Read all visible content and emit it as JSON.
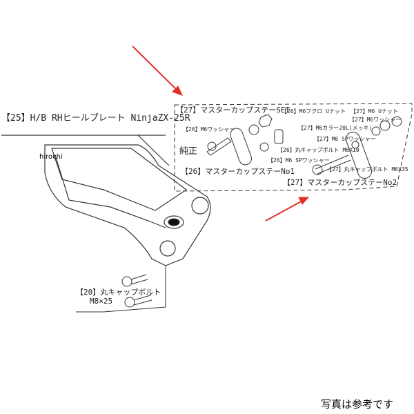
{
  "watermark": "hirochi",
  "caption": "写真は参考です",
  "labels": {
    "heel_plate": "【25】H/B RHヒールプレート NinjaZX-25R",
    "master_set": "【27】マスターカップステーSET",
    "fukuro_nut": "【26】M6フクロ Uナット",
    "u_nut": "【27】M6 Uナット",
    "washer_27": "【27】M6ワッシャー",
    "washer_26": "【26】M6ワッシャー",
    "collar": "【27】M6カラー20L(メッキ)",
    "sp_washer_27": "【27】M6 SPワッシャー",
    "genuine": "純正",
    "bolt_26": "【26】丸キャップボルト M6X10",
    "sp_washer_26": "【26】M6 SPワッシャー",
    "stay_no1": "【26】マスターカップステーNo1",
    "bolt_27": "【27】丸キャップボルト M6X35",
    "stay_no2": "【27】マスターカップステーNo2",
    "cap_bolt_20": "【20】丸キャップボルト",
    "cap_bolt_20_size": "M8×25"
  },
  "colors": {
    "arrow": "#e0302a",
    "line": "#333333"
  }
}
